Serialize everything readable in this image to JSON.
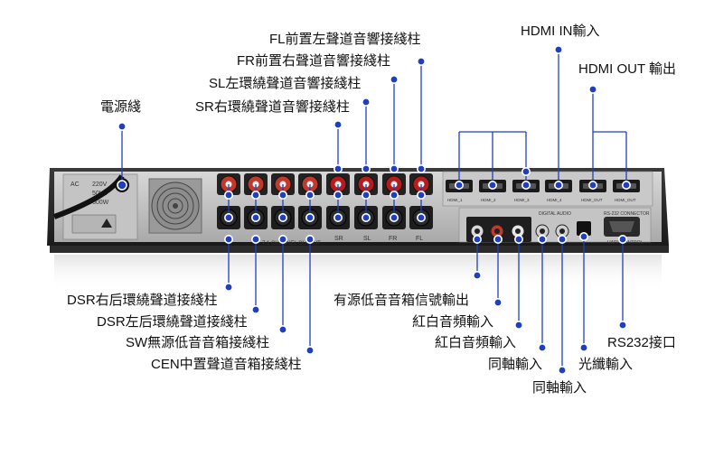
{
  "panel": {
    "ac_lines": [
      "AC",
      "220V",
      "50Hz",
      "600W"
    ],
    "speaker_labels": [
      "SR",
      "SL",
      "FR",
      "FL"
    ],
    "channel_output": "7.1 CHANNEL OUTPUT",
    "hdmi_ports": [
      "HDMI_1",
      "HDMI_2",
      "HDMI_3",
      "HDMI_4",
      "HDMI_OUT",
      "HDMI_OUT"
    ],
    "digital_audio": "DIGITAL AUDIO",
    "rs232": "RS-232 CONNECTOR",
    "uart": "UART CONTROL"
  },
  "labels": {
    "fl": "FL前置左聲道音響接綫柱",
    "fr": "FR前置右聲道音響接綫柱",
    "sl": "SL左環繞聲道音響接綫柱",
    "sr": "SR右環繞聲道音響接綫柱",
    "power": "電源綫",
    "hdmi_in": "HDMI IN輸入",
    "hdmi_out": "HDMI OUT 輸出",
    "dsr_r": "DSR右后環繞聲道接綫柱",
    "dsr_l": "DSR左后環繞聲道接綫柱",
    "sw": "SW無源低音音箱接綫柱",
    "cen": "CEN中置聲道音箱接綫柱",
    "sub_out": "有源低音音箱信號輸出",
    "rw1": "紅白音頻輸入",
    "rw2": "紅白音頻輸入",
    "coax1": "同軸輸入",
    "coax2": "同軸輸入",
    "optical": "光纖輸入",
    "rs232": "RS232接口"
  }
}
